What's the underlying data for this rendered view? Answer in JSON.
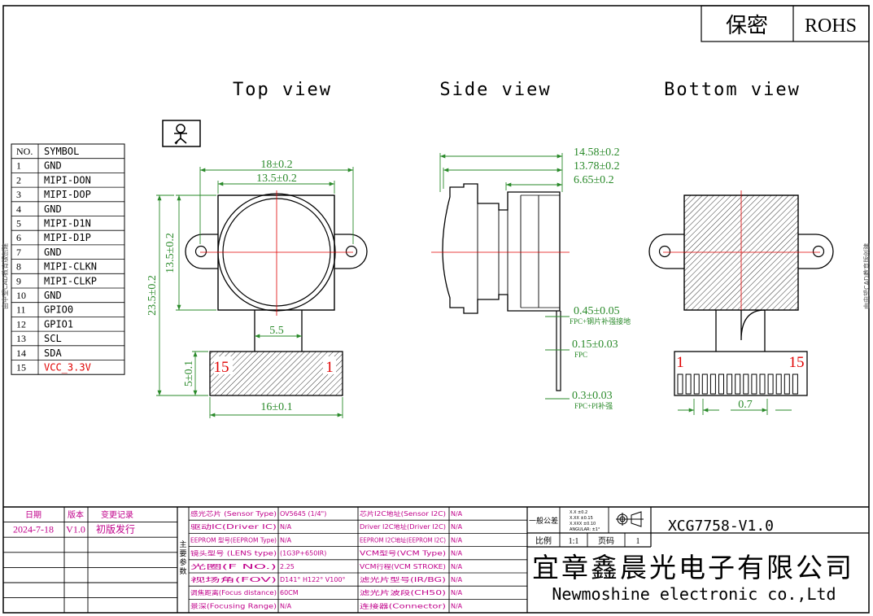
{
  "corner": {
    "confidential": "保密",
    "rohs": "ROHS"
  },
  "views": {
    "top": "Top view",
    "side": "Side view",
    "bottom": "Bottom view"
  },
  "pin_table": {
    "headers": [
      "NO.",
      "SYMBOL"
    ],
    "rows": [
      [
        "1",
        "GND"
      ],
      [
        "2",
        "MIPI-DON"
      ],
      [
        "3",
        "MIPI-DOP"
      ],
      [
        "4",
        "GND"
      ],
      [
        "5",
        "MIPI-D1N"
      ],
      [
        "6",
        "MIPI-D1P"
      ],
      [
        "7",
        "GND"
      ],
      [
        "8",
        "MIPI-CLKN"
      ],
      [
        "9",
        "MIPI-CLKP"
      ],
      [
        "10",
        "GND"
      ],
      [
        "11",
        "GPIO0"
      ],
      [
        "12",
        "GPIO1"
      ],
      [
        "13",
        "SCL"
      ],
      [
        "14",
        "SDA"
      ],
      [
        "15",
        "VCC_3.3V"
      ]
    ],
    "highlight_color": "#e00000"
  },
  "top_dims": {
    "width_outer": "18±0.2",
    "width_inner": "13.5±0.2",
    "height_inner": "13.5±0.2",
    "height_total": "23.5±0.2",
    "flex_width": "5.5",
    "pad_height": "5±0.1",
    "pad_width": "16±0.1",
    "pin_first": "15",
    "pin_last": "1"
  },
  "side_dims": {
    "d1": "14.58±0.2",
    "d2": "13.78±0.2",
    "d3": "6.65±0.2",
    "t1": "0.45±0.05",
    "t1_note": "FPC+钢片补强接地",
    "t2": "0.15±0.03",
    "t2_note": "FPC",
    "t3": "0.3±0.03",
    "t3_note": "FPC+PI补强"
  },
  "bottom_dims": {
    "pin_first": "1",
    "pin_last": "15",
    "pitch": "0.7"
  },
  "revision": {
    "headers": [
      "日期",
      "版本",
      "变更记录"
    ],
    "rows": [
      [
        "2024-7-18",
        "V1.0",
        "初版发行"
      ]
    ],
    "color": "#c0008a"
  },
  "params_label": "主要参数",
  "params": [
    [
      "感光芯片 (Sensor Type)",
      "OV5645 (1/4\")",
      "芯片I2C地址(Sensor I2C)",
      "N/A"
    ],
    [
      "驱动IC(Driver IC)",
      "N/A",
      "Driver I2C地址(Driver I2C)",
      "N/A"
    ],
    [
      "EEPROM 型号(EEPROM Type)",
      "N/A",
      "EEPROM I2C地址(EEPROM I2C)",
      "N/A"
    ],
    [
      "镜头型号 (LENS type)",
      "(1G3P+650IR)",
      "VCM型号(VCM Type)",
      "N/A"
    ],
    [
      "光圈(F NO.)",
      "2.25",
      "VCM行程(VCM STROKE)",
      "N/A"
    ],
    [
      "视场角(FOV)",
      "D141° H122° V100°",
      "滤光片型号(IR/BG)",
      "N/A"
    ],
    [
      "调焦距离(Focus distance)",
      "60CM",
      "滤光片波段(CH50)",
      "N/A"
    ],
    [
      "景深(Focusing Range)",
      "N/A",
      "连接器(Connector)",
      "N/A"
    ]
  ],
  "tolerance": {
    "label": "一般公差",
    "lines": [
      "X.X  ±0.2",
      "X.XX  ±0.15",
      "X.XXX  ±0.10",
      "ANGULAR: ±1°"
    ]
  },
  "scale": {
    "label": "比例",
    "value": "1:1",
    "page_label": "页码",
    "page_value": "1"
  },
  "part_number": "XCG7758-V1.0",
  "company_cn": "宜章鑫晨光电子有限公司",
  "company_en": "Newmoshine  electronic co.,Ltd",
  "side_watermark": "由中望CAD教育版创建"
}
